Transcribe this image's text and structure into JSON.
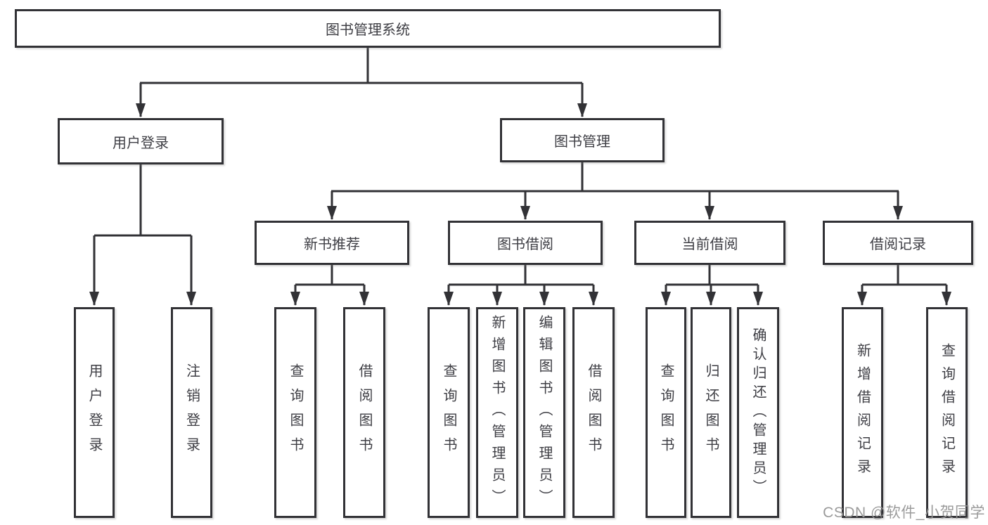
{
  "diagram_title": "图书管理系统",
  "colors": {
    "line": "#323236",
    "box_border": "#323236",
    "box_background": "#ffffff",
    "text": "#3e3e44",
    "watermark": "#969696",
    "page_background": "#ffffff"
  },
  "nodes": {
    "root": "图书管理系统",
    "user_login": "用户登录",
    "book_mgmt": "图书管理",
    "new_book": "新书推荐",
    "book_borrow": "图书借阅",
    "current_borrow": "当前借阅",
    "borrow_record": "借阅记录",
    "leaf_user_login": "用户登录",
    "leaf_logout": "注销登录",
    "leaf_nb_query": "查询图书",
    "leaf_nb_borrow": "借阅图书",
    "leaf_bb_query": "查询图书",
    "leaf_bb_add": "新增图书（管理员）",
    "leaf_bb_edit": "编辑图书（管理员）",
    "leaf_bb_borrow": "借阅图书",
    "leaf_cb_query": "查询图书",
    "leaf_cb_return": "归还图书",
    "leaf_cb_confirm": "确认归还（管理员）",
    "leaf_br_add": "新增借阅记录",
    "leaf_br_query": "查询借阅记录"
  },
  "watermark": "CSDN @软件_小贺同学"
}
